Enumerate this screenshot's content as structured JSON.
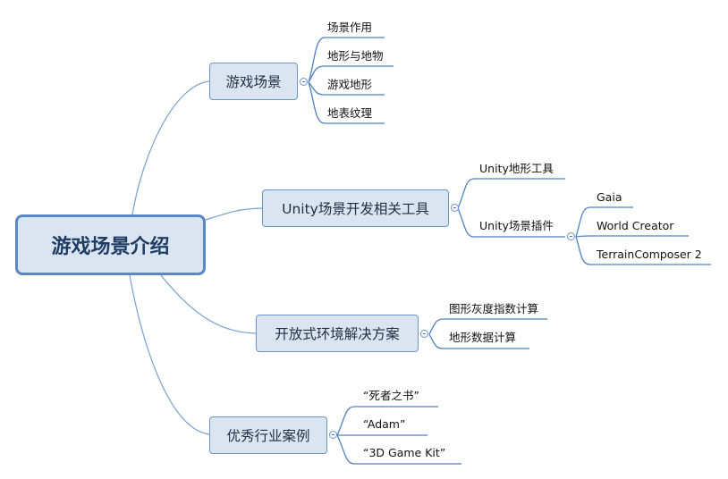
{
  "root": {
    "label": "游戏场景介绍"
  },
  "branches": [
    {
      "label": "游戏场景",
      "children": [
        {
          "label": "场景作用"
        },
        {
          "label": "地形与地物"
        },
        {
          "label": "游戏地形"
        },
        {
          "label": "地表纹理"
        }
      ]
    },
    {
      "label": "Unity场景开发相关工具",
      "children": [
        {
          "label": "Unity地形工具"
        },
        {
          "label": "Unity场景插件",
          "children": [
            {
              "label": "Gaia"
            },
            {
              "label": "World Creator"
            },
            {
              "label": "TerrainComposer 2"
            }
          ]
        }
      ]
    },
    {
      "label": "开放式环境解决方案",
      "children": [
        {
          "label": "图形灰度指数计算"
        },
        {
          "label": "地形数据计算"
        }
      ]
    },
    {
      "label": "优秀行业案例",
      "children": [
        {
          "label": "“死者之书”"
        },
        {
          "label": "“Adam”"
        },
        {
          "label": "“3D Game Kit”"
        }
      ]
    }
  ],
  "colors": {
    "branch_line": "#7aa0cc",
    "leaf_underline": "#4f81bd",
    "node_fill": "#dbe5f1",
    "root_border": "#5b87c3"
  }
}
